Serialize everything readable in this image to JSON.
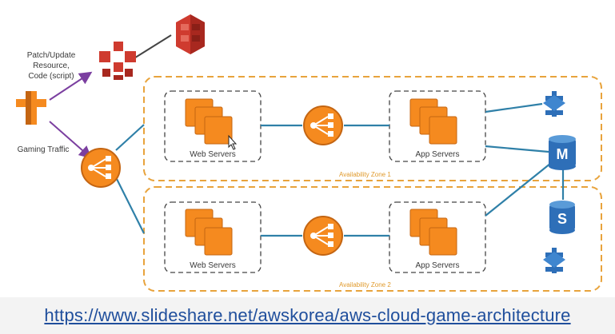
{
  "labels": {
    "patch_line1": "Patch/Update",
    "patch_line2": "Resource,",
    "patch_line3": "Code (script)",
    "gaming_traffic": "Gaming Traffic",
    "zone1_web": "Web Servers",
    "zone1_app": "App Servers",
    "zone1_name": "Availability Zone 1",
    "zone2_web": "Web Servers",
    "zone2_app": "App Servers",
    "zone2_name": "Availability Zone 2",
    "db_master": "M",
    "db_standby": "S"
  },
  "footer": {
    "link": "https://www.slideshare.net/awskorea/aws-cloud-game-architecture"
  },
  "colors": {
    "orange": "#f58a1f",
    "orange_dark": "#c46512",
    "red": "#cf3b2f",
    "blue": "#2e6fb8",
    "teal_line": "#2f80a8",
    "purple_arrow": "#7b3fa0",
    "zone_border": "#e8a33c"
  },
  "icons": {
    "user": "user-icon",
    "deploy": "code-deploy-icon",
    "s3": "s3-bucket-icon",
    "load_balancer": "elastic-load-balancer-icon",
    "server_stack": "ec2-instances-icon",
    "sqs": "sqs-queue-icon",
    "db": "rds-database-icon"
  }
}
